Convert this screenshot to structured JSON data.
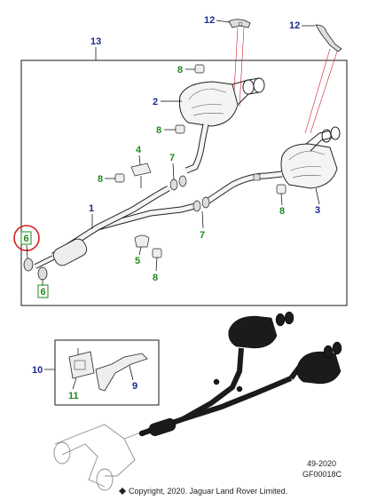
{
  "callouts": {
    "c1": "1",
    "c2": "2",
    "c3": "3",
    "c4": "4",
    "c5": "5",
    "c6_top": "6",
    "c6_bottom": "6",
    "c7_upper": "7",
    "c7_lower": "7",
    "c8_top": "8",
    "c8_mid": "8",
    "c8_left": "8",
    "c8_right": "8",
    "c8_bottom": "8",
    "c9": "9",
    "c10": "10",
    "c11": "11",
    "c12_left": "12",
    "c12_right": "12",
    "c13": "13"
  },
  "colors": {
    "callout_blue": "#1a2a8c",
    "callout_green": "#1f8a1f",
    "highlight_circle": "#d42020",
    "assembled_exhaust": "#1b1b1b"
  },
  "footer": {
    "date_code": "49-2020",
    "figure_code": "GF00018C",
    "copyright": "Copyright, 2020. Jaguar Land Rover Limited."
  }
}
